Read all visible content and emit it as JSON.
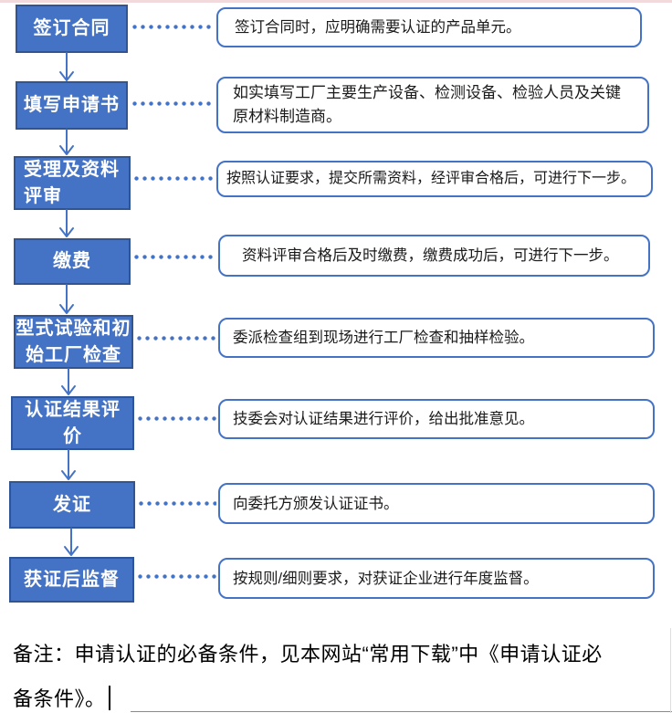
{
  "colors": {
    "accent_blue": "#4472C4",
    "step_border": "#2F5597",
    "step_text": "#ffffff",
    "desc_text": "#1a1a1a",
    "top_strip_pink": "#f2d9dc"
  },
  "flow": {
    "steps": [
      {
        "label": "签订合同",
        "desc": "签订合同时，应明确需要认证的产品单元。"
      },
      {
        "label": "填写申请书",
        "desc": "如实填写工厂主要生产设备、检测设备、检验人员及关键原材料制造商。"
      },
      {
        "label": "受理及资料\n评审",
        "desc": "按照认证要求，提交所需资料，经评审合格后，可进行下一步。"
      },
      {
        "label": "缴费",
        "desc": "资料评审合格后及时缴费，缴费成功后，可进行下一步。"
      },
      {
        "label": "型式试验和初\n始工厂检查",
        "desc": "委派检查组到现场进行工厂检查和抽样检验。"
      },
      {
        "label": "认证结果评\n价",
        "desc": "技委会对认证结果进行评价，给出批准意见。"
      },
      {
        "label": "发证",
        "desc": "向委托方颁发认证证书。"
      },
      {
        "label": "获证后监督",
        "desc": "按规则/细则要求，对获证企业进行年度监督。"
      }
    ]
  },
  "note": {
    "lines": [
      "备注：申请认证的必备条件，见本网站“常用下载”中《申请认证必",
      "备条件》。"
    ]
  }
}
